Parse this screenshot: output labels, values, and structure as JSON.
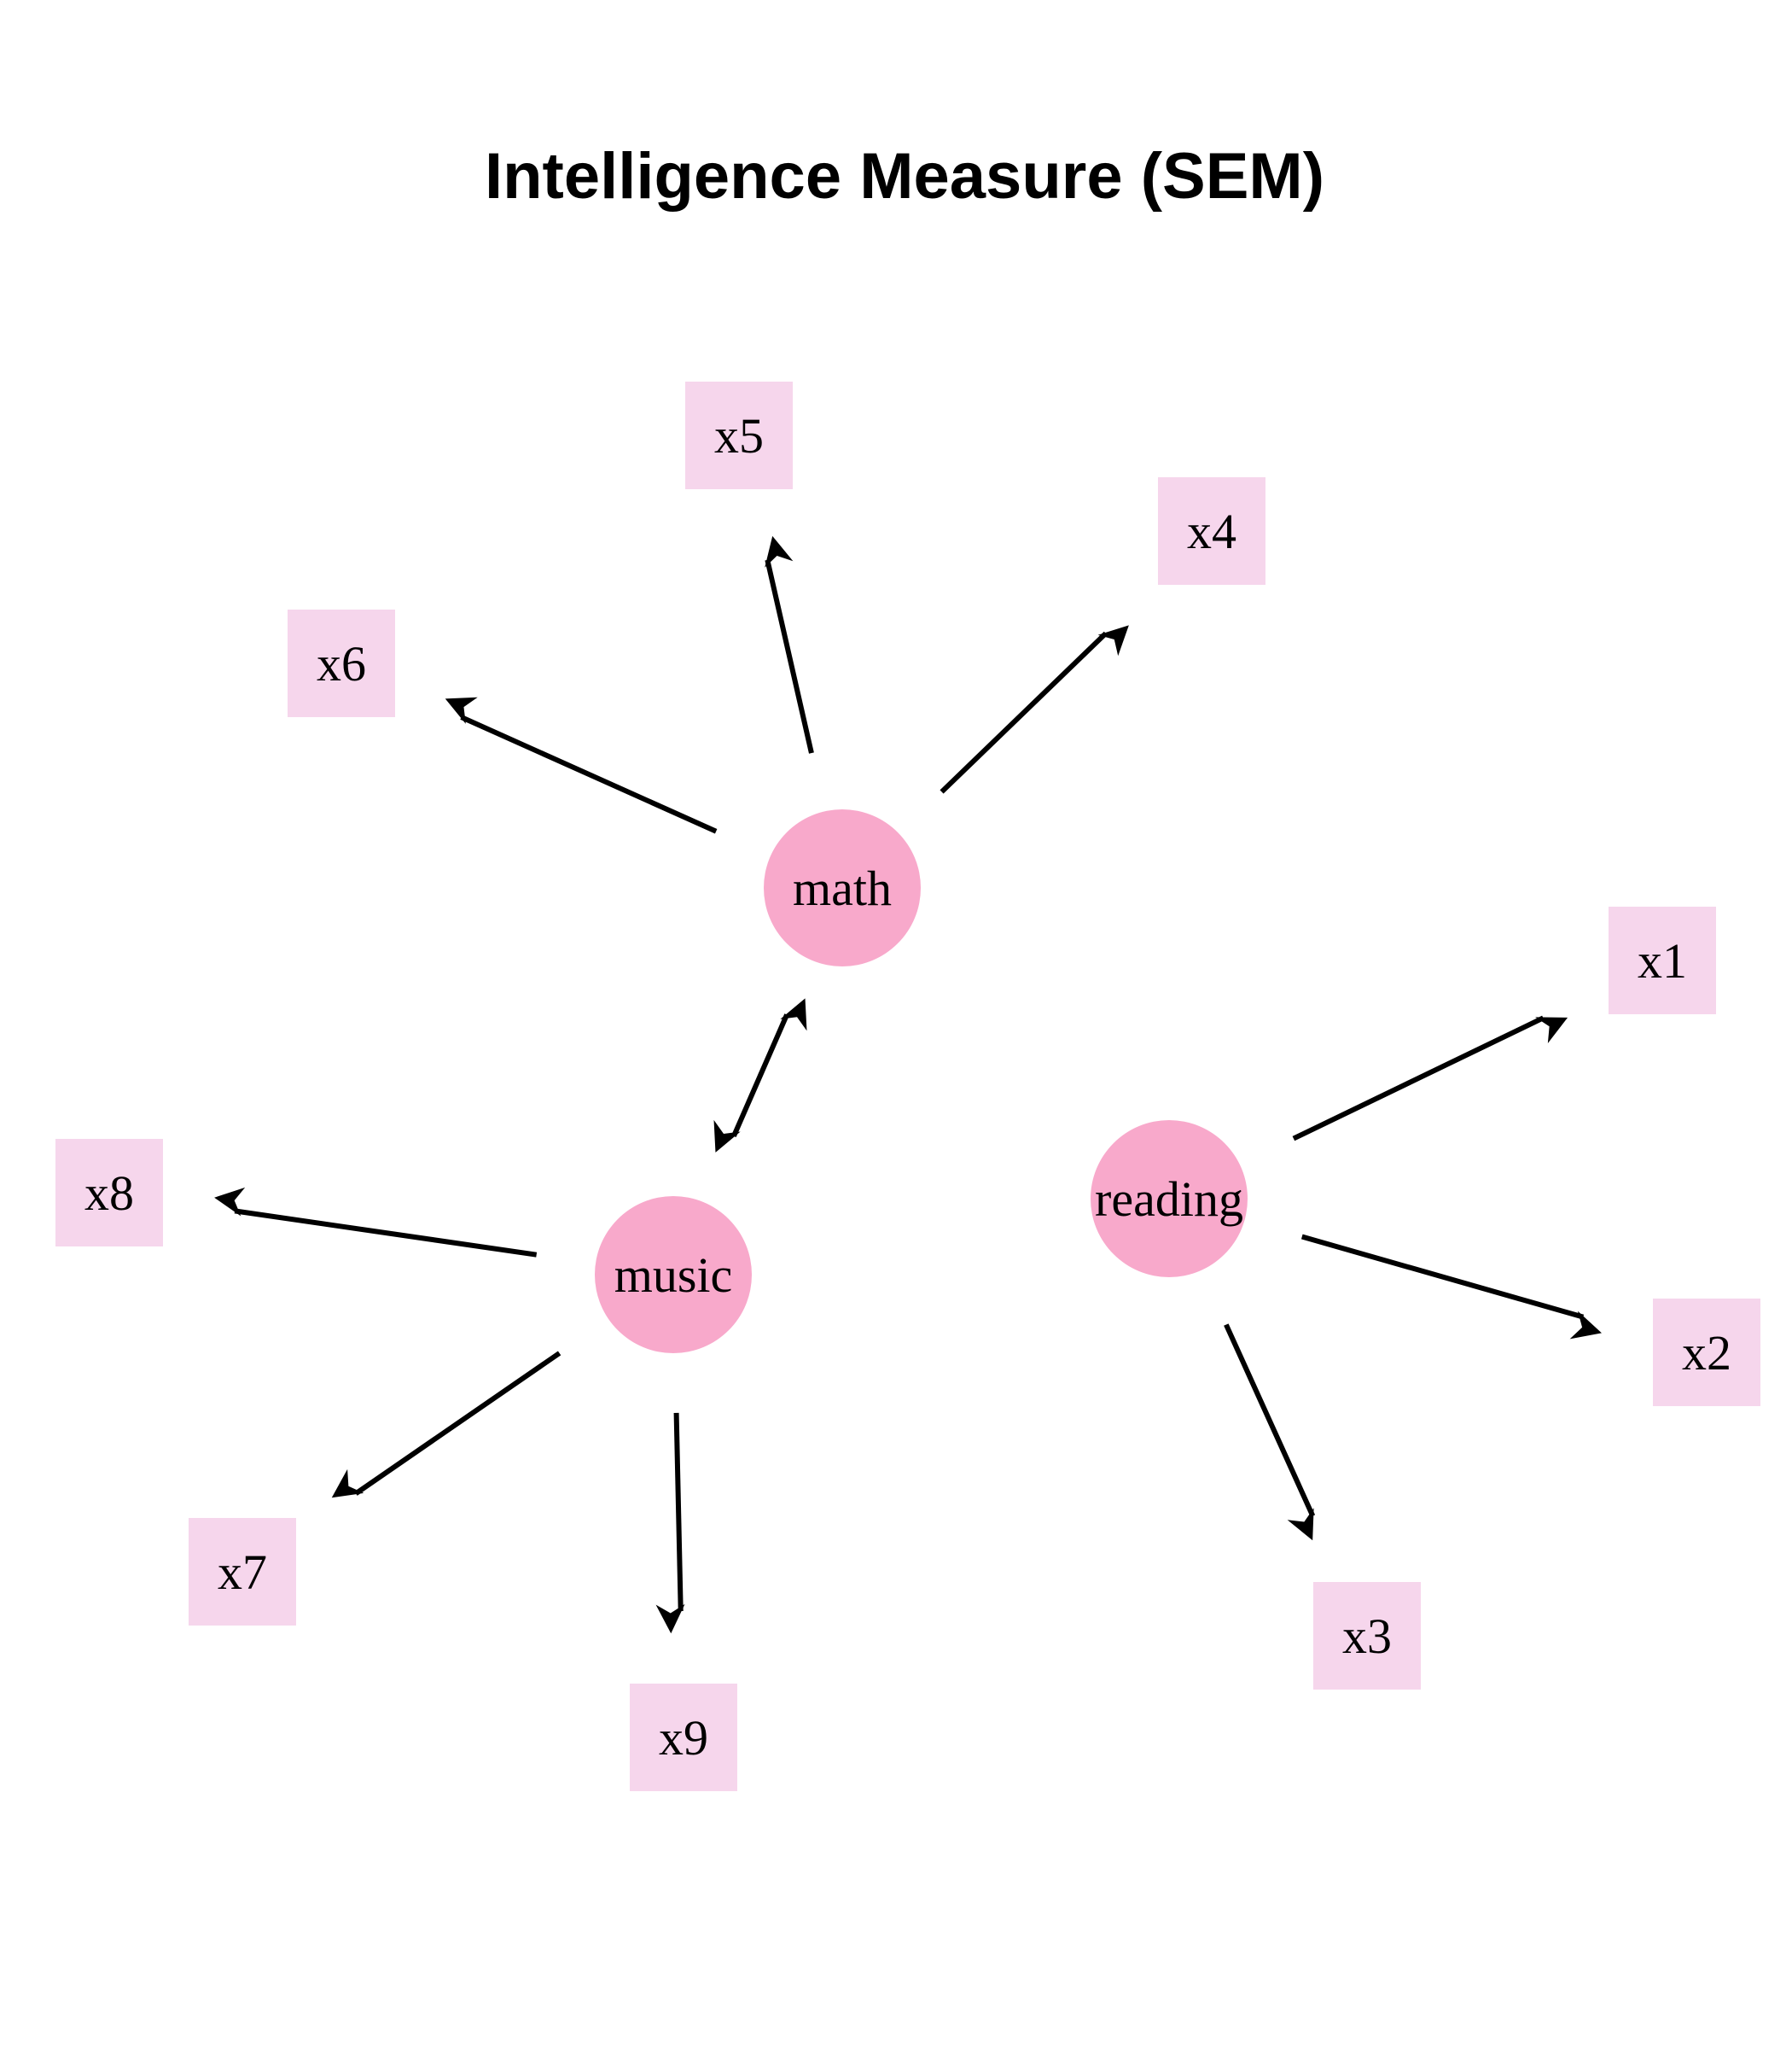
{
  "title": "Intelligence Measure (SEM)",
  "colors": {
    "latent_fill": "#f8a9cb",
    "observed_fill": "#f6d6ec",
    "edge": "#000000",
    "text": "#000000"
  },
  "latent_variables": [
    {
      "id": "math",
      "label": "math"
    },
    {
      "id": "music",
      "label": "music"
    },
    {
      "id": "reading",
      "label": "reading"
    }
  ],
  "observed_variables": [
    {
      "id": "x1",
      "label": "x1"
    },
    {
      "id": "x2",
      "label": "x2"
    },
    {
      "id": "x3",
      "label": "x3"
    },
    {
      "id": "x4",
      "label": "x4"
    },
    {
      "id": "x5",
      "label": "x5"
    },
    {
      "id": "x6",
      "label": "x6"
    },
    {
      "id": "x7",
      "label": "x7"
    },
    {
      "id": "x8",
      "label": "x8"
    },
    {
      "id": "x9",
      "label": "x9"
    }
  ],
  "paths": [
    {
      "from": "reading",
      "to": "x1",
      "type": "directed"
    },
    {
      "from": "reading",
      "to": "x2",
      "type": "directed"
    },
    {
      "from": "reading",
      "to": "x3",
      "type": "directed"
    },
    {
      "from": "math",
      "to": "x4",
      "type": "directed"
    },
    {
      "from": "math",
      "to": "x5",
      "type": "directed"
    },
    {
      "from": "math",
      "to": "x6",
      "type": "directed"
    },
    {
      "from": "music",
      "to": "x7",
      "type": "directed"
    },
    {
      "from": "music",
      "to": "x8",
      "type": "directed"
    },
    {
      "from": "music",
      "to": "x9",
      "type": "directed"
    },
    {
      "from": "math",
      "to": "music",
      "type": "bidirected"
    }
  ]
}
